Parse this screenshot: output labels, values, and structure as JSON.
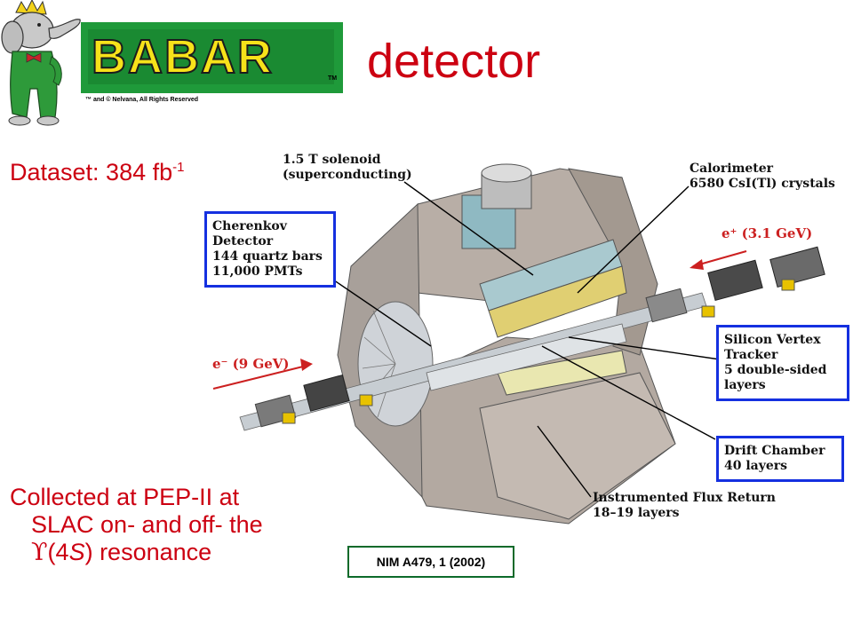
{
  "header": {
    "logo_text": "BABAR",
    "logo_tm": "TM",
    "logo_credit": "™ and © Nelvana, All Rights Reserved",
    "title": "detector"
  },
  "left_text": {
    "dataset_prefix": "Dataset: 384 fb",
    "dataset_exp": "-1",
    "collected_line1": "Collected at PEP-II at",
    "collected_line2": "SLAC on- and off- the",
    "upsilon": "ϒ",
    "paren_open": "(4",
    "S": "S",
    "collected_tail": ") resonance"
  },
  "labels": {
    "solenoid_1": "1.5 T solenoid",
    "solenoid_2": "(superconducting)",
    "calorimeter_1": "Calorimeter",
    "calorimeter_2": "6580 CsI(Tl) crystals",
    "cherenkov_1": "Cherenkov",
    "cherenkov_2": "Detector",
    "cherenkov_3": "144 quartz bars",
    "cherenkov_4": "11,000 PMTs",
    "svt_1": "Silicon Vertex",
    "svt_2": "Tracker",
    "svt_3": "5 double-sided",
    "svt_4": "layers",
    "dch_1": "Drift Chamber",
    "dch_2": "40 layers",
    "ifr_1": "Instrumented Flux Return",
    "ifr_2": "18–19 layers",
    "eplus": "e⁺ (3.1 GeV)",
    "eminus": "e⁻ (9 GeV)",
    "citation": "NIM A479, 1 (2002)"
  },
  "colors": {
    "title_red": "#cc0011",
    "box_blue": "#1530e0",
    "logo_green": "#1f9a3a",
    "logo_yellow": "#f7e21a"
  }
}
